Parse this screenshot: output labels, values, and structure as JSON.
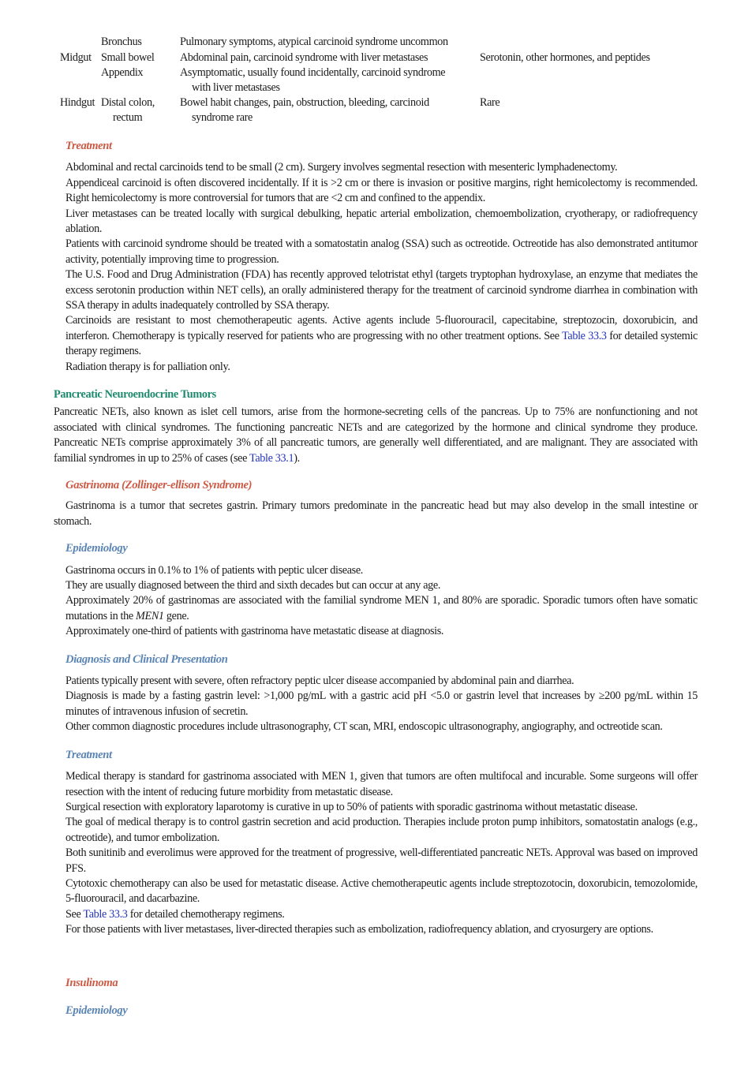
{
  "table_rows": [
    {
      "region": "",
      "site": [
        "Bronchus"
      ],
      "symptoms": [
        "Pulmonary symptoms, atypical carcinoid syndrome uncommon"
      ],
      "secretion": ""
    },
    {
      "region": "Midgut",
      "site": [
        "Small bowel"
      ],
      "symptoms": [
        "Abdominal pain, carcinoid syndrome with liver metastases"
      ],
      "secretion": "Serotonin, other hormones, and peptides"
    },
    {
      "region": "",
      "site": [
        "Appendix"
      ],
      "symptoms": [
        "Asymptomatic, usually found incidentally, carcinoid syndrome",
        "with liver metastases"
      ],
      "secretion": ""
    },
    {
      "region": "Hindgut",
      "site": [
        "Distal colon,",
        "rectum"
      ],
      "symptoms": [
        "Bowel habit changes, pain, obstruction, bleeding, carcinoid",
        "syndrome rare"
      ],
      "secretion": "Rare"
    }
  ],
  "carcinoid_treatment": {
    "heading": "Treatment",
    "items": [
      "Abdominal and rectal carcinoids tend to be small (2 cm). Surgery involves segmental resection with mesenteric lymphadenectomy.",
      "Appendiceal carcinoid is often discovered incidentally. If it is >2 cm or there is invasion or positive margins, right hemicolectomy is recommended. Right hemicolectomy is more controversial for tumors that are <2 cm and confined to the appendix.",
      "Liver metastases can be treated locally with surgical debulking, hepatic arterial embolization, chemoembolization, cryotherapy, or radiofrequency ablation.",
      "Patients with carcinoid syndrome should be treated with a somatostatin analog (SSA) such as octreotide. Octreotide has also demonstrated antitumor activity, potentially improving time to progression.",
      "The U.S. Food and Drug Administration (FDA) has recently approved telotristat ethyl (targets tryptophan hydroxylase, an enzyme that mediates the excess serotonin production within NET cells), an orally administered therapy for the treatment of carcinoid syndrome diarrhea in combination with SSA therapy in adults inadequately controlled by SSA therapy."
    ],
    "chemo_before": "Carcinoids are resistant to most chemotherapeutic agents. Active agents include 5-fluorouracil, capecitabine, streptozocin, doxorubicin, and interferon. Chemotherapy is typically reserved for patients who are progressing with no other treatment options. See ",
    "chemo_link": "Table 33.3",
    "chemo_after": " for detailed systemic therapy regimens.",
    "radiation": "Radiation therapy is for palliation only."
  },
  "pnet": {
    "heading": "Pancreatic Neuroendocrine Tumors",
    "para_before": "Pancreatic NETs, also known as islet cell tumors, arise from the hormone-secreting cells of the pancreas. Up to 75% are nonfunctioning and not associated with clinical syndromes. The functioning pancreatic NETs and are categorized by the hormone and clinical syndrome they produce. Pancreatic NETs comprise approximately 3% of all pancreatic tumors, are generally well differentiated, and are malignant. They are associated with familial syndromes in up to 25% of cases (see ",
    "para_link": "Table 33.1",
    "para_after": ")."
  },
  "gastrinoma": {
    "heading": "Gastrinoma (Zollinger-ellison Syndrome)",
    "intro": "Gastrinoma is a tumor that secretes gastrin. Primary tumors predominate in the pancreatic head but may also develop in the small intestine or stomach.",
    "epi_heading": "Epidemiology",
    "epi_1": "Gastrinoma occurs in 0.1% to 1% of patients with peptic ulcer disease.",
    "epi_2": "They are usually diagnosed between the third and sixth decades but can occur at any age.",
    "epi_3_before": "Approximately 20% of gastrinomas are associated with the familial syndrome MEN 1, and 80% are sporadic. Sporadic tumors often have somatic mutations in the ",
    "epi_3_gene": "MEN1",
    "epi_3_after": " gene.",
    "epi_4": "Approximately one-third of patients with gastrinoma have metastatic disease at diagnosis.",
    "dx_heading": "Diagnosis and Clinical Presentation",
    "dx_1": "Patients typically present with severe, often refractory peptic ulcer disease accompanied by abdominal pain and diarrhea.",
    "dx_2": "Diagnosis is made by a fasting gastrin level: >1,000 pg/mL with a gastric acid pH <5.0 or gastrin level that increases by ≥200 pg/mL within 15 minutes of intravenous infusion of secretin.",
    "dx_3": "Other common diagnostic procedures include ultrasonography, CT scan, MRI, endoscopic ultrasonography, angiography, and octreotide scan.",
    "tx_heading": "Treatment",
    "tx_1": "Medical therapy is standard for gastrinoma associated with MEN 1, given that tumors are often multifocal and incurable. Some surgeons will offer resection with the intent of reducing future morbidity from metastatic disease.",
    "tx_2": "Surgical resection with exploratory laparotomy is curative in up to 50% of patients with sporadic gastrinoma without metastatic disease.",
    "tx_3": "The goal of medical therapy is to control gastrin secretion and acid production. Therapies include proton pump inhibitors, somatostatin analogs (e.g., octreotide), and tumor embolization.",
    "tx_4": "Both sunitinib and everolimus were approved for the treatment of progressive, well-differentiated pancreatic NETs. Approval was based on improved PFS.",
    "tx_5": "Cytotoxic chemotherapy can also be used for metastatic disease. Active chemotherapeutic agents include streptozotocin, doxorubicin, temozolomide, 5-fluorouracil, and dacarbazine.",
    "tx_6_before": "See ",
    "tx_6_link": "Table 33.3",
    "tx_6_after": " for detailed chemotherapy regimens.",
    "tx_7": "For those patients with liver metastases, liver-directed therapies such as embolization, radiofrequency ablation, and cryosurgery are options."
  },
  "insulinoma": {
    "heading": "Insulinoma",
    "epi_heading": "Epidemiology"
  },
  "colors": {
    "red_heading": "#cc5a45",
    "blue_heading": "#5a85b5",
    "green_heading": "#1e8a6e",
    "link": "#2233bb"
  }
}
